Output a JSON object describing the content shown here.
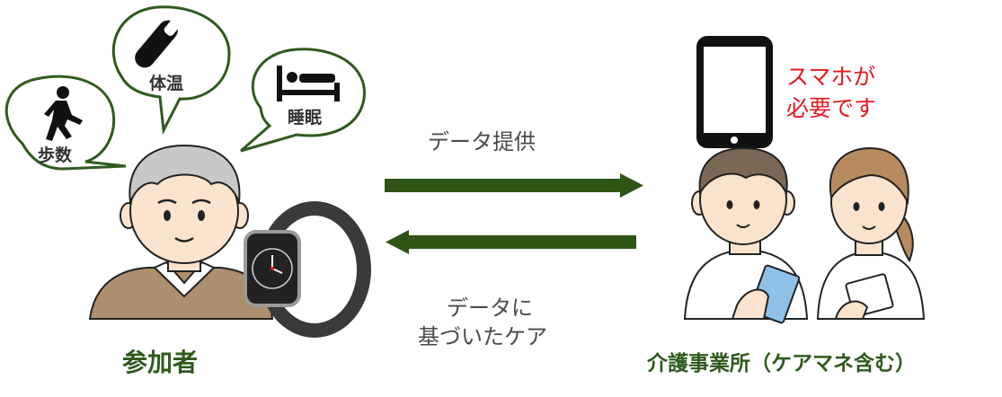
{
  "bubbles": {
    "steps": {
      "label": "歩数",
      "icon": "walking-person-icon"
    },
    "temperature": {
      "label": "体温",
      "icon": "thermometer-icon"
    },
    "sleep": {
      "label": "睡眠",
      "icon": "sleeping-bed-icon"
    }
  },
  "participant": {
    "label": "参加者",
    "device": "smartwatch-icon"
  },
  "flows": {
    "data_provision": {
      "label": "データ提供",
      "direction": "right"
    },
    "data_based_care": {
      "line1": "データに",
      "line2": "基づいたケア",
      "direction": "left"
    }
  },
  "provider": {
    "label": "介護事業所（ケアマネ含む）",
    "device": "smartphone-icon",
    "note_line1": "スマホが",
    "note_line2": "必要です"
  },
  "colors": {
    "arrow": "#2e5416",
    "bubble_border": "#2f5a1e",
    "caption": "#2f5a1e",
    "note": "#e5191e"
  }
}
